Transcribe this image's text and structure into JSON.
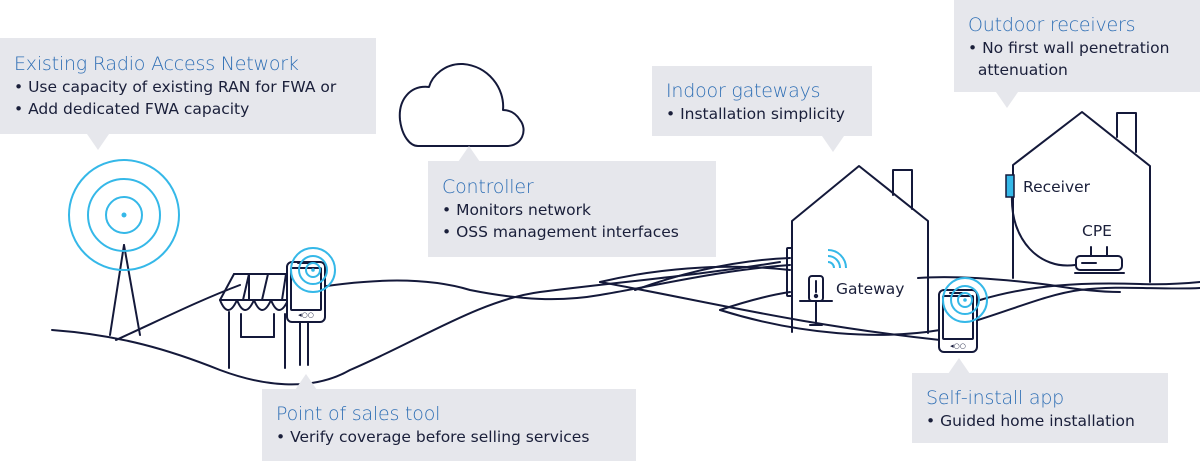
{
  "colors": {
    "callout_bg": "#e6e7ec",
    "title_blue": "#2f6fb5",
    "signal_cyan": "#35b8e8",
    "line_navy": "#14193a"
  },
  "callouts": {
    "ran": {
      "title": "Existing Radio Access Network",
      "bullets": [
        "Use capacity of existing RAN for FWA or",
        "Add dedicated FWA capacity"
      ]
    },
    "controller": {
      "title": "Controller",
      "bullets": [
        "Monitors network",
        "OSS management interfaces"
      ]
    },
    "indoor": {
      "title": "Indoor gateways",
      "bullets": [
        "Installation simplicity"
      ]
    },
    "outdoor": {
      "title": "Outdoor receivers",
      "bullets": [
        "No first wall penetration",
        "attenuation"
      ]
    },
    "pos": {
      "title": "Point of sales tool",
      "bullets": [
        "Verify coverage before selling services"
      ]
    },
    "selfinstall": {
      "title": "Self-install app",
      "bullets": [
        "Guided home installation"
      ]
    }
  },
  "labels": {
    "gateway": "Gateway",
    "receiver": "Receiver",
    "cpe": "CPE"
  },
  "icons": {
    "tower": "radio-tower-icon",
    "cloud": "cloud-icon",
    "shop": "shop-icon",
    "tablet_pos": "tablet-icon",
    "house_indoor": "house-icon",
    "gateway": "gateway-device-icon",
    "house_outdoor": "house-icon",
    "receiver": "outdoor-receiver-icon",
    "cpe": "router-icon",
    "tablet_self": "tablet-icon",
    "wifi": "wifi-icon"
  }
}
